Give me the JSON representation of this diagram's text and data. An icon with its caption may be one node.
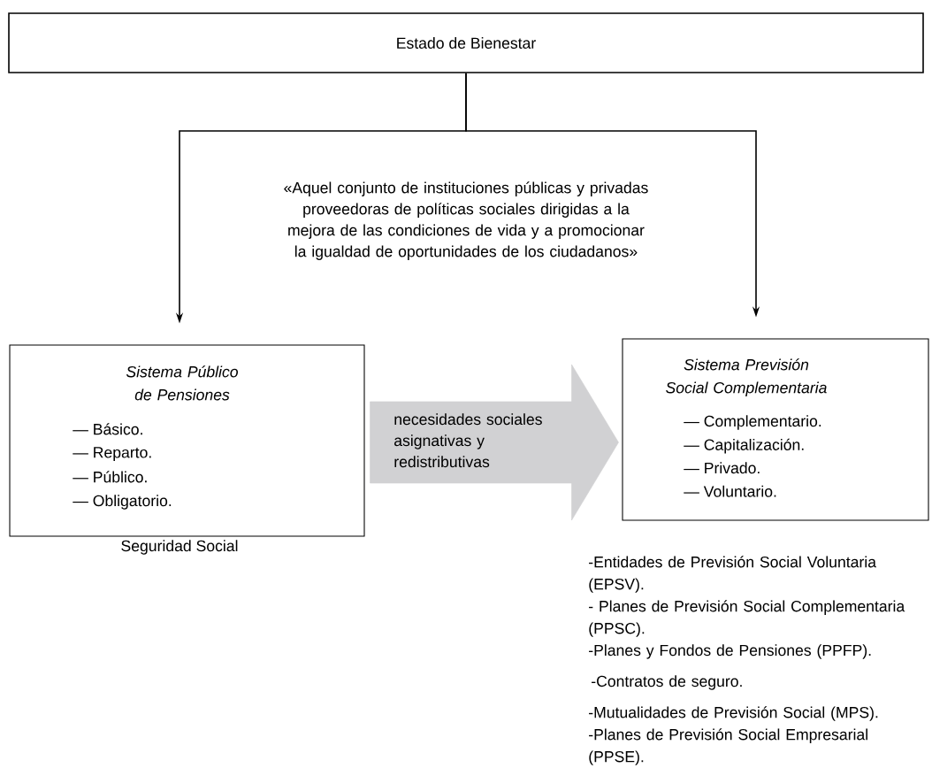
{
  "diagram": {
    "nodes": [
      {
        "text": [
          "Estado de Bienestar"
        ]
      },
      {
        "text": [
          "Sistema Público de Pensiones",
          "— Básico.",
          "— Reparto.",
          "— Público.",
          "— Obligatorio."
        ],
        "beside": [
          "Seguridad Social"
        ]
      },
      {
        "text": [
          "Sistema Previsión Social Complementaria",
          "— Complementario.",
          "— Capitalización.",
          "— Privado.",
          "— Voluntario."
        ],
        "beside": [
          "-Entidades de Previsión Social Voluntaria (EPSV).",
          "- Planes de Previsión Social Complementaria (PPSC).",
          "-Planes y Fondos de Pensiones (PPFP).",
          "-Contratos de seguro.",
          "-Mutualidades de Previsión Social (MPS).",
          "-Planes de Previsión Social Empresarial (PPSE)."
        ]
      }
    ],
    "edges": [
      {
        "from": 0,
        "to": 1,
        "arrow": "to"
      },
      {
        "from": 0,
        "to": 2,
        "arrow": "to"
      },
      {
        "from": 1,
        "to": 2,
        "arrow": "to",
        "label": "necesidades sociales asignativas y redistributivas",
        "style": "thick",
        "color": "#d1d1d3"
      }
    ],
    "labels": [
      "«Aquel conjunto de instituciones públicas y privadas proveedoras de políticas sociales dirigidas a la mejora de las condiciones de vida y a promocionar la igualdad de oportunidades de los ciudadanos»"
    ]
  }
}
